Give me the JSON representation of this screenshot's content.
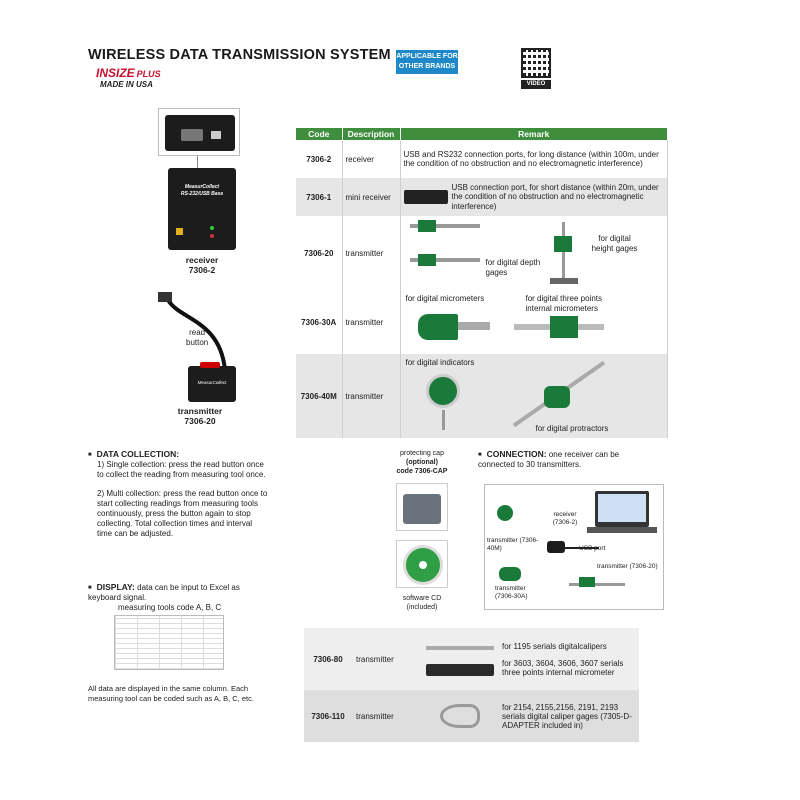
{
  "header": {
    "title": "WIRELESS DATA TRANSMISSION SYSTEM",
    "brand": "INSIZE",
    "brand_suffix": "PLUS",
    "made_in": "MADE IN USA",
    "badge_line1": "APPLICABLE FOR",
    "badge_line2": "OTHER BRANDS",
    "qr_label": "VIDEO"
  },
  "left_devices": {
    "receiver_screen_line1": "MeasurCollect",
    "receiver_screen_line2": "RS-232/USB Base",
    "receiver_label": "receiver",
    "receiver_code": "7306-2",
    "transmitter_note_line1": "read",
    "transmitter_note_line2": "button",
    "transmitter_box_text": "MeasurCollect",
    "transmitter_label": "transmitter",
    "transmitter_code": "7306-20"
  },
  "table": {
    "headers": [
      "Code",
      "Description",
      "Remark"
    ],
    "rows": [
      {
        "code": "7306-2",
        "desc": "receiver",
        "remark": "USB and RS232 connection ports, for long distance (within 100m, under the condition of no obstruction and no electromagnetic interference)"
      },
      {
        "code": "7306-1",
        "desc": "mini receiver",
        "remark": "USB connection port, for short distance (within 20m, under the condition of no obstruction and no electromagnetic interference)"
      },
      {
        "code": "7306-20",
        "desc": "transmitter",
        "remark_a": "for digital depth gages",
        "remark_b": "for digital height gages"
      },
      {
        "code": "7306-30A",
        "desc": "transmitter",
        "remark_a": "for digital micrometers",
        "remark_b": "for digital three points internal micrometers"
      },
      {
        "code": "7306-40M",
        "desc": "transmitter",
        "remark_a": "for digital indicators",
        "remark_b": "for digital protractors"
      }
    ]
  },
  "data_collection": {
    "heading": "DATA COLLECTION:",
    "item1": "1) Single collection: press the read button once to collect the reading from measuring tool once.",
    "item2": "2) Multi collection: press the read button once to start collecting readings from measuring tools continuously, press the button again to stop collecting. Total collection times and interval time can be adjusted."
  },
  "display": {
    "heading": "DISPLAY:",
    "text": "data can be input to Excel as keyboard signal.",
    "sheet_caption": "measuring tools code A, B, C",
    "footer": "All data are displayed in the same column. Each measuring tool can be coded such as A, B, C, etc."
  },
  "accessories": {
    "cap_line1": "protecting cap",
    "cap_line2": "(optional)",
    "cap_line3": "code 7306-CAP",
    "cd_line1": "software CD",
    "cd_line2": "(included)"
  },
  "connection": {
    "heading": "CONNECTION:",
    "text": "one receiver can be connected to 30 transmitters.",
    "receiver_label": "receiver (7306-2)",
    "usb_label": "USB port",
    "t40": "transmitter (7306-40M)",
    "t30": "transmitter (7306-30A)",
    "t20": "transmitter (7306-20)"
  },
  "second_table": {
    "rows": [
      {
        "code": "7306-80",
        "desc": "transmitter",
        "remark_a": "for 1195 serials digitalcalipers",
        "remark_b": "for 3603, 3604, 3606, 3607 serials three points internal micrometer"
      },
      {
        "code": "7306-110",
        "desc": "transmitter",
        "remark": "for 2154, 2155,2156, 2191, 2193 serials digital caliper gages (7305-D-ADAPTER included in)"
      }
    ]
  }
}
